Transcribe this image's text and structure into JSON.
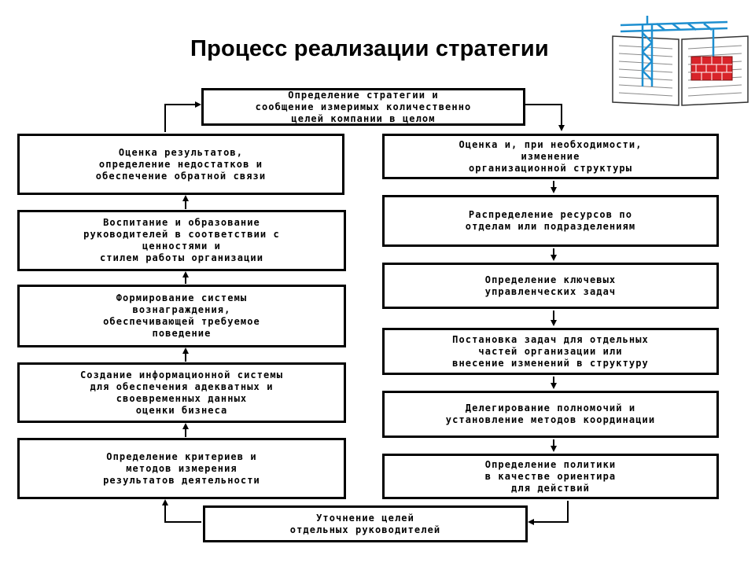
{
  "title": "Процесс реализации стратегии",
  "boxes": {
    "top": "Определение стратегии и\nсообщение измеримых количественно\nцелей компании в целом",
    "bottom": "Уточнение целей\nотдельных руководителей",
    "left": [
      "Оценка результатов,\nопределение недостатков и\nобеспечение обратной связи",
      "Воспитание и образование\nруководителей в соответствии с\nценностями и\nстилем работы организации",
      "Формирование системы\nвознаграждения,\nобеспечивающей требуемое\nповедение",
      "Создание информационной системы\nдля обеспечения адекватных и\nсвоевременных данных\nоценки бизнеса",
      "Определение критериев и\nметодов измерения\nрезультатов деятельности"
    ],
    "right": [
      "Оценка и, при необходимости,\nизменение\nорганизационной структуры",
      "Распределение ресурсов по\nотделам или подразделениям",
      "Определение ключевых\nуправленческих задач",
      "Постановка задач для отдельных\nчастей организации или\nвнесение изменений в структуру",
      "Делегирование полномочий и\nустановление методов координации",
      "Определение политики\nв качестве ориентира\nдля действий"
    ]
  },
  "colors": {
    "logo_blue": "#1e8fd0",
    "logo_red": "#d8242a"
  }
}
